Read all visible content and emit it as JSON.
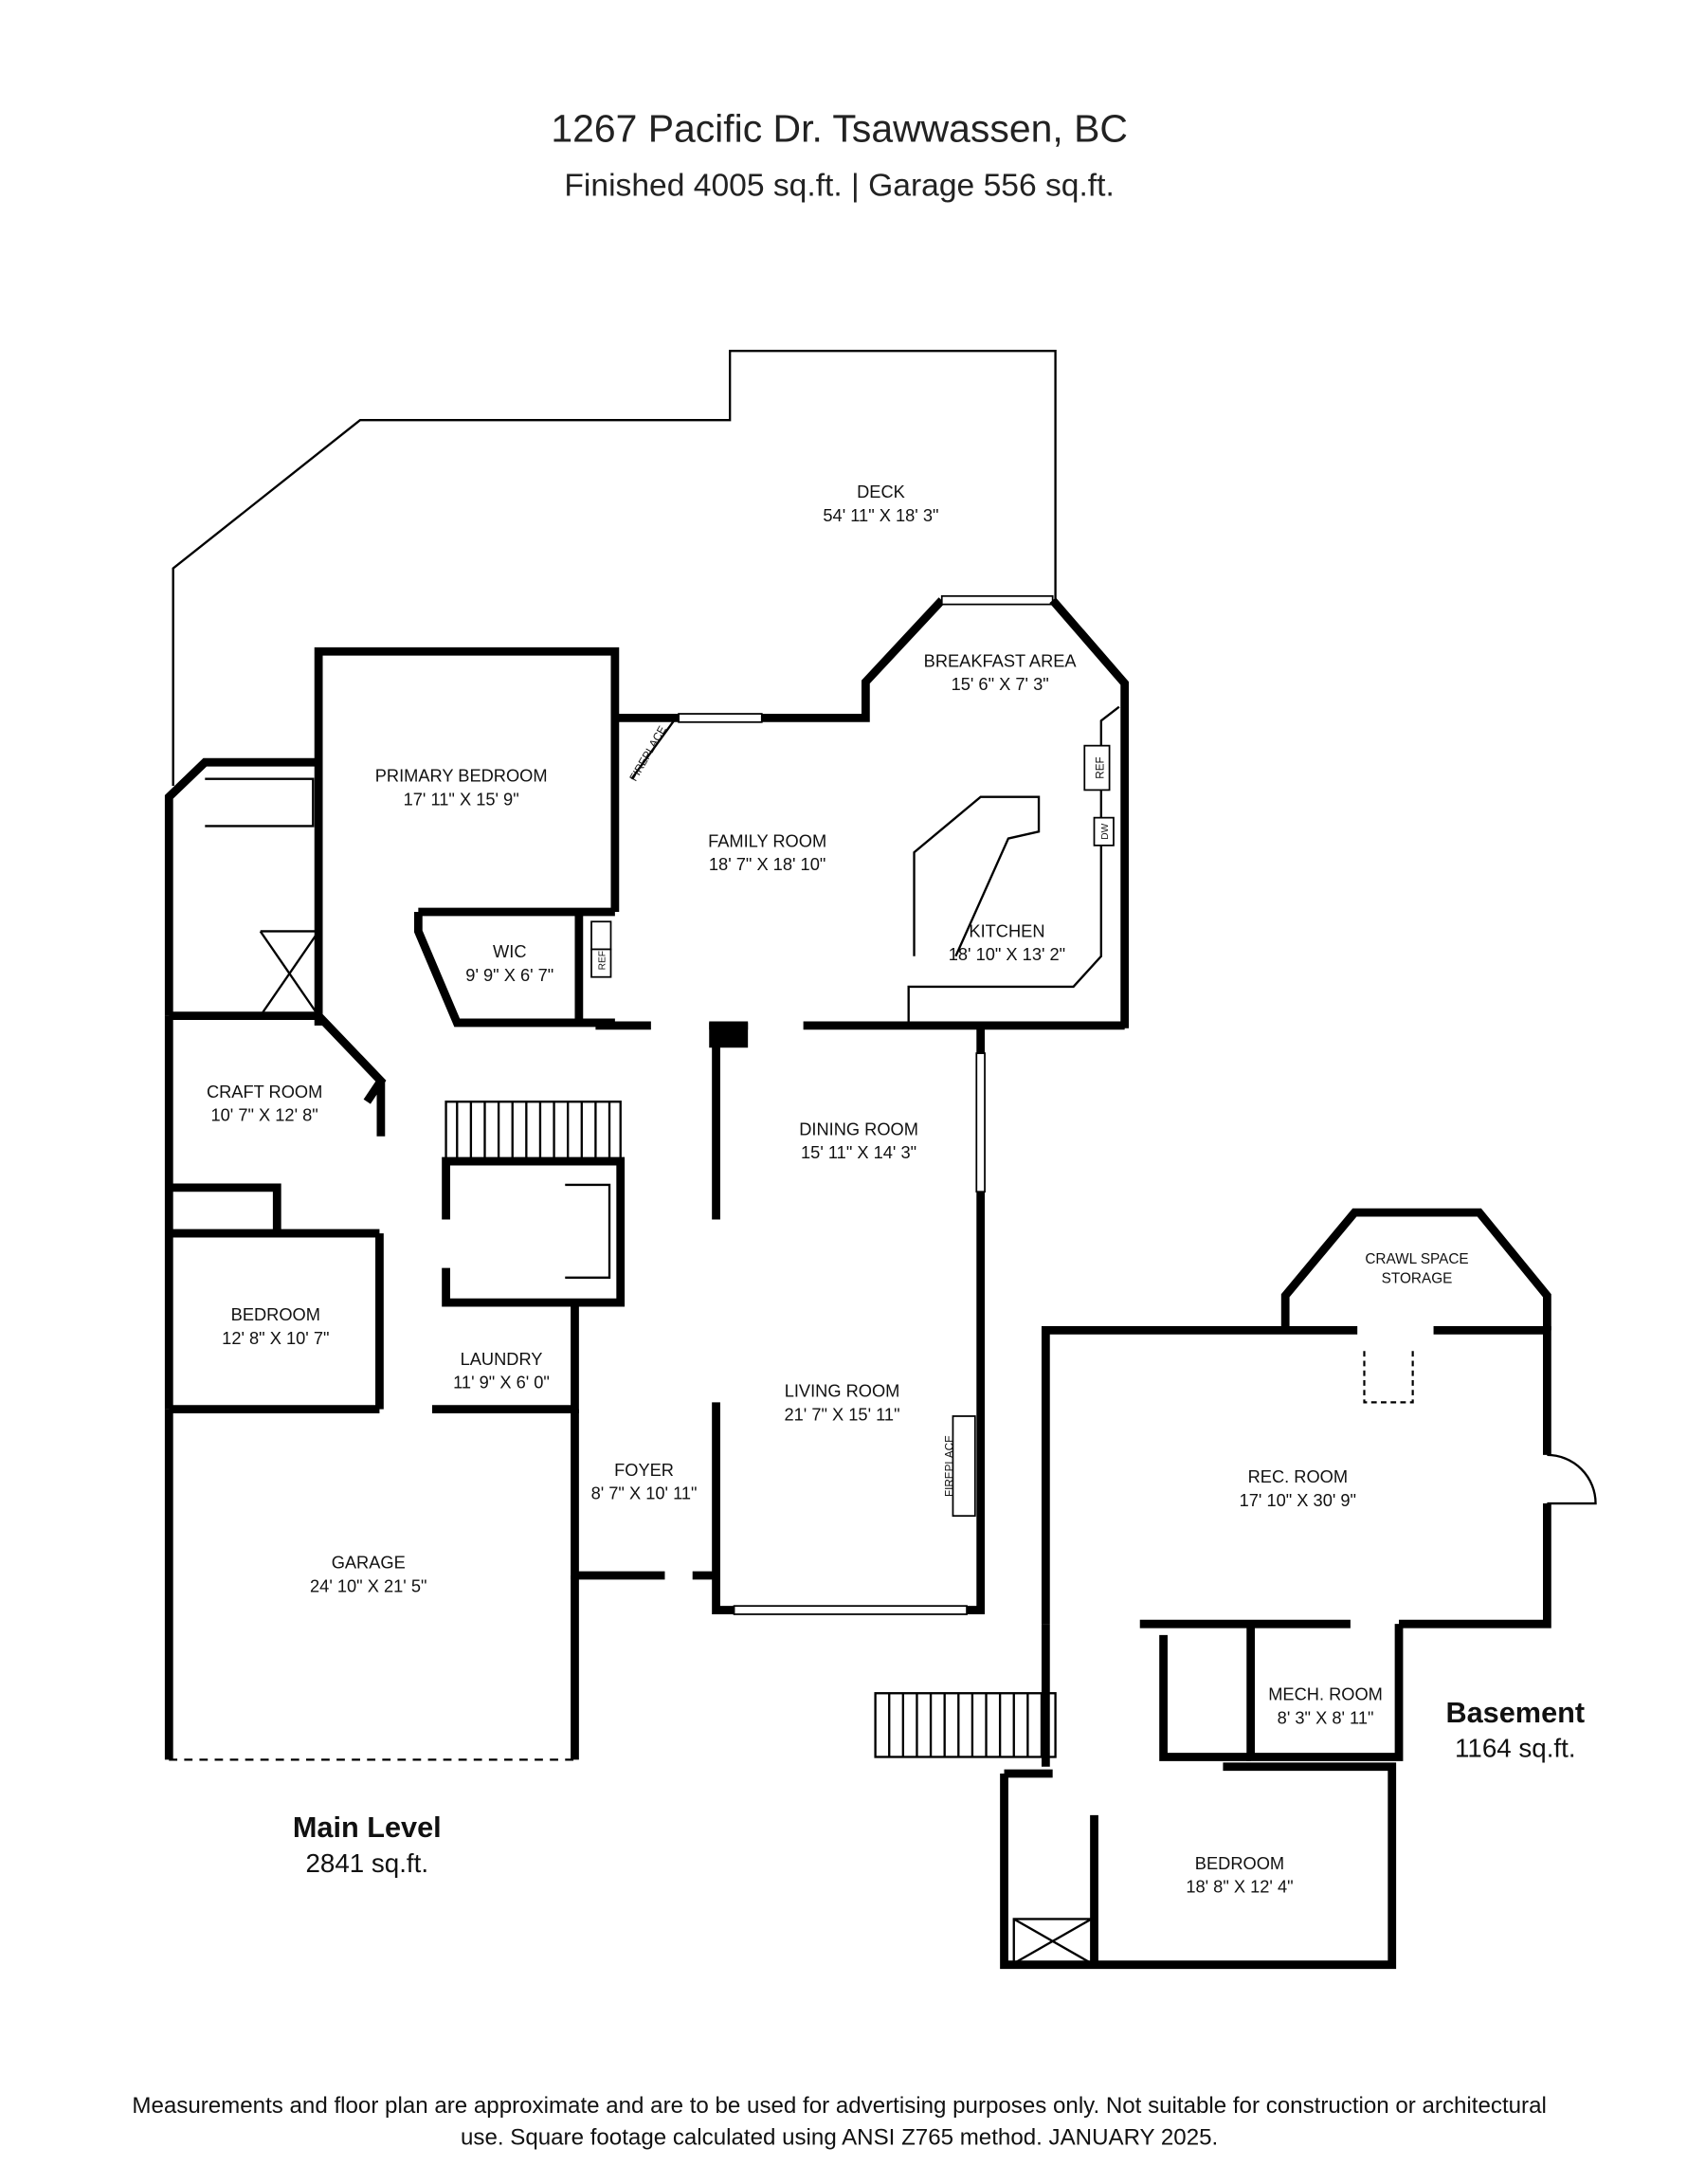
{
  "header": {
    "address": "1267 Pacific Dr. Tsawwassen, BC",
    "summary": "Finished   4005 sq.ft. | Garage  556 sq.ft."
  },
  "main_level": {
    "name": "Main Level",
    "area": "2841 sq.ft.",
    "rooms": [
      {
        "name": "DECK",
        "size": "54' 11\" X 18' 3\""
      },
      {
        "name": "BREAKFAST AREA",
        "size": "15' 6\" X 7' 3\""
      },
      {
        "name": "PRIMARY BEDROOM",
        "size": "17' 11\" X 15' 9\""
      },
      {
        "name": "FAMILY ROOM",
        "size": "18' 7\" X 18' 10\""
      },
      {
        "name": "KITCHEN",
        "size": "18' 10\" X 13' 2\""
      },
      {
        "name": "WIC",
        "size": "9' 9\" X 6' 7\""
      },
      {
        "name": "CRAFT ROOM",
        "size": "10' 7\" X 12' 8\""
      },
      {
        "name": "DINING ROOM",
        "size": "15' 11\" X 14' 3\""
      },
      {
        "name": "BEDROOM",
        "size": "12' 8\" X 10' 7\""
      },
      {
        "name": "LAUNDRY",
        "size": "11' 9\" X 6' 0\""
      },
      {
        "name": "LIVING ROOM",
        "size": "21' 7\" X 15' 11\""
      },
      {
        "name": "FOYER",
        "size": "8' 7\" X 10' 11\""
      },
      {
        "name": "GARAGE",
        "size": "24' 10\" X 21' 5\""
      }
    ],
    "fixtures": {
      "fireplace_1": "FIREPLACE",
      "fireplace_2": "FIREPLACE",
      "ref_1": "REF",
      "ref_2": "REF",
      "dw": "DW"
    }
  },
  "basement": {
    "name": "Basement",
    "area": "1164 sq.ft.",
    "rooms": [
      {
        "name": "CRAWL SPACE",
        "size": "STORAGE"
      },
      {
        "name": "REC. ROOM",
        "size": "17' 10\" X 30' 9\""
      },
      {
        "name": "MECH. ROOM",
        "size": "8' 3\" X 8' 11\""
      },
      {
        "name": "BEDROOM",
        "size": "18' 8\" X 12' 4\""
      }
    ]
  },
  "footer": {
    "line1": "Measurements and floor plan are approximate and are to be used for advertising purposes only. Not suitable for construction or architectural",
    "line2": "use. Square footage calculated using ANSI Z765 method. JANUARY 2025."
  }
}
